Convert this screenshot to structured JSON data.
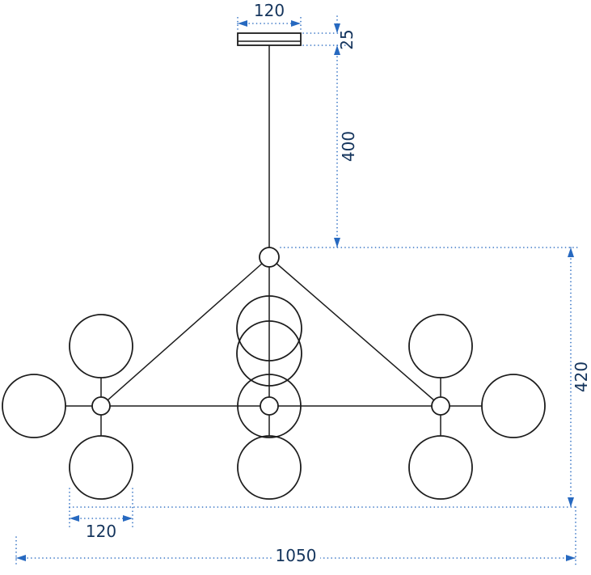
{
  "drawing": {
    "subject": "Chandelier pendant lamp dimensional drawing, front view",
    "colors": {
      "outline": "#1c1c1c",
      "dimension_line": "#2769c0",
      "dimension_text": "#14345c",
      "background": "#ffffff"
    },
    "dimensions": {
      "canopy_width": "120",
      "canopy_height": "25",
      "rod_length": "400",
      "body_height": "420",
      "shade_diameter": "120",
      "total_width": "1050"
    }
  }
}
